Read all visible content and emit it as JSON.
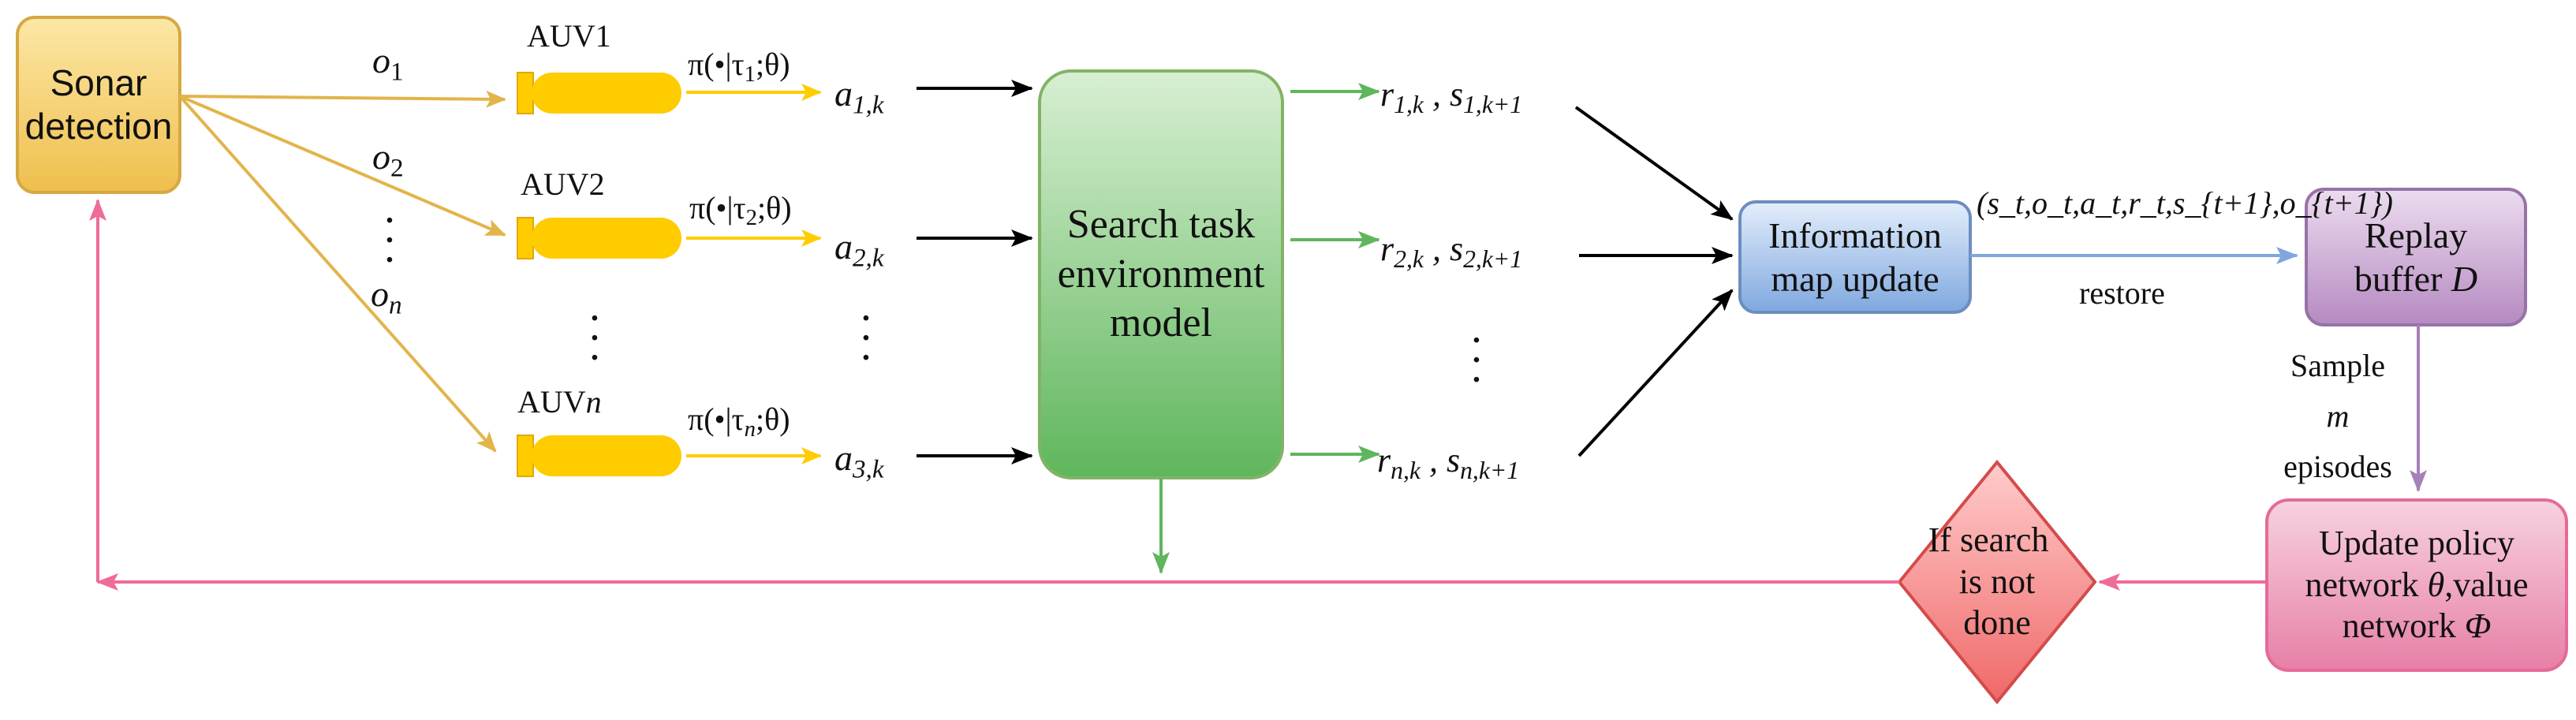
{
  "nodes": {
    "sonar": "Sonar detection",
    "search_env": "Search task environment model",
    "info_map": "Information map update",
    "replay": {
      "text": "Replay buffer",
      "var": "D"
    },
    "update_policy": {
      "line1": "Update policy",
      "line2a": "network ",
      "theta": "θ",
      "line2b": ",value",
      "line3a": "network ",
      "phi": "Φ"
    },
    "decision": {
      "line1": "If  search",
      "line2": "is not",
      "line3": "done"
    }
  },
  "auvs": [
    {
      "name": "AUV1",
      "obs_base": "o",
      "obs_sub": "1",
      "policy_pre": "π(•|τ",
      "policy_sub": "1",
      "policy_post": ";θ)",
      "action_base": "a",
      "action_sub": "1,k",
      "reward_base": "r",
      "reward_sub": "1,k",
      "state_base": "s",
      "state_sub": "1,",
      "state_sub2": "k+1"
    },
    {
      "name": "AUV2",
      "obs_base": "o",
      "obs_sub": "2",
      "policy_pre": "π(•|τ",
      "policy_sub": "2",
      "policy_post": ";θ)",
      "action_base": "a",
      "action_sub": "2,k",
      "reward_base": "r",
      "reward_sub": "2,k",
      "state_base": "s",
      "state_sub": "2,",
      "state_sub2": "k+1"
    },
    {
      "name_pre": "AUV",
      "name_var": "n",
      "obs_base": "o",
      "obs_sub": "n",
      "policy_pre": "π(•|τ",
      "policy_sub": "n",
      "policy_post": ";θ)",
      "action_base": "a",
      "action_sub": "3,k",
      "reward_base": "r",
      "reward_sub": "n,k",
      "state_base": "s",
      "state_sub": "n,",
      "state_sub2": "k+1"
    }
  ],
  "labels": {
    "tuple": "(s_t,o_t,a_t,r_t,s_{t+1},o_{t+1})",
    "restore": "restore",
    "sample_line1": "Sample",
    "sample_var": "m",
    "sample_line3": "episodes"
  },
  "colors": {
    "sonar_fill_top": "#fce7a6",
    "sonar_fill_bottom": "#efbf4c",
    "sonar_stroke": "#d6a843",
    "auv_yellow": "#ffcc00",
    "obs_arrow": "#e2b44a",
    "env_fill_top": "#d8efd3",
    "env_fill_bottom": "#5fb65c",
    "env_stroke": "#82b366",
    "green_arrow": "#5fb65c",
    "info_fill_top": "#e3eefb",
    "info_fill_bottom": "#7fa8df",
    "info_stroke": "#6c8ebf",
    "blue_arrow": "#7ea6e0",
    "replay_fill_top": "#ecdcef",
    "replay_fill_bottom": "#b58ac1",
    "replay_stroke": "#9673a6",
    "purple_arrow": "#a680b8",
    "policy_fill_top": "#f7d2e0",
    "policy_fill_bottom": "#e77fa7",
    "policy_stroke": "#e46b97",
    "diamond_fill_top": "#ffcccc",
    "diamond_fill_bottom": "#f06868",
    "diamond_stroke": "#d34b4b",
    "pink_arrow": "#ef6b9a"
  },
  "icons": [
    "auv-icon",
    "vertical-ellipsis-icon"
  ]
}
